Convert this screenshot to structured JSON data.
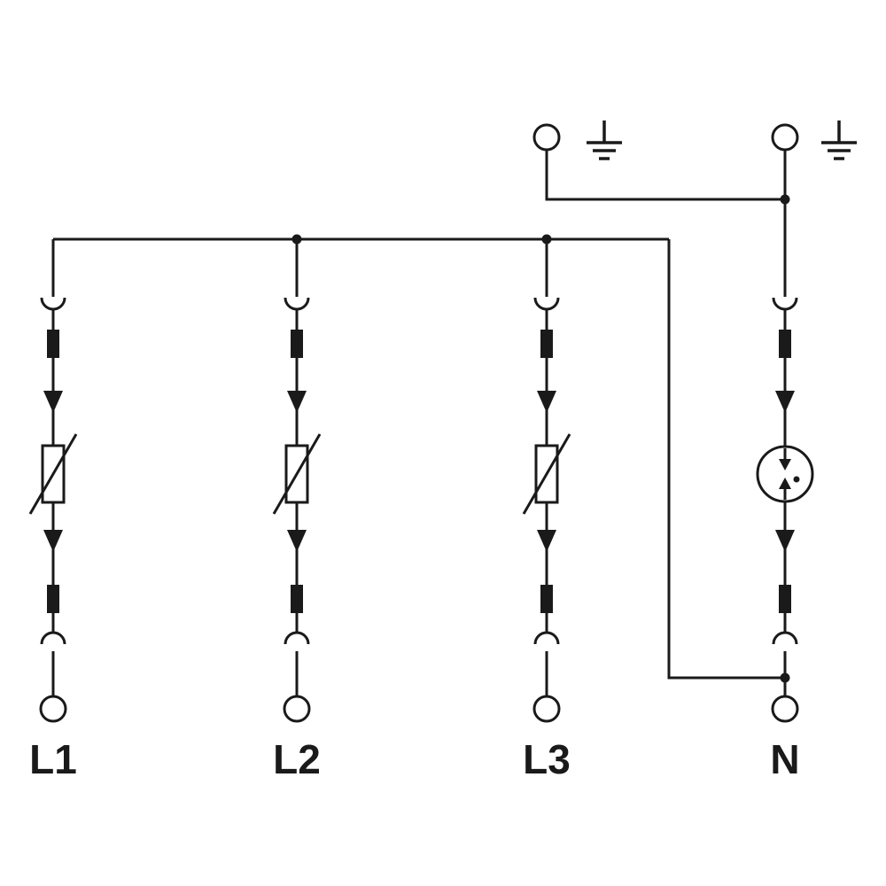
{
  "diagram": {
    "type": "surge-protective-device-wiring-diagram",
    "description": "3+1 circuit: varistor paths on phases L1, L2, L3 to common node, spark gap path on N to earth",
    "colors": {
      "line": "#1a1a1a",
      "background": "#ffffff"
    },
    "terminals": {
      "phase_labels": [
        "L1",
        "L2",
        "L3"
      ],
      "neutral_label": "N",
      "earth_terminal_count": 2
    },
    "icons": {
      "earth": "earth-ground-symbol",
      "terminal": "open-circle-terminal",
      "plug_contact": "plug-in-disconnect-contact",
      "contact_bar": "solid-contact-bar",
      "disconnect_arrow": "thermal-disconnect-arrow",
      "varistor": "metal-oxide-varistor",
      "spark_gap": "triggered-spark-gap"
    },
    "paths": {
      "phase_path_elements": [
        "plug-in-contact",
        "contact-bar",
        "disconnect-arrow",
        "varistor",
        "disconnect-arrow",
        "contact-bar",
        "plug-in-contact",
        "terminal"
      ],
      "neutral_path_elements": [
        "plug-in-contact",
        "contact-bar",
        "disconnect-arrow",
        "spark-gap",
        "disconnect-arrow",
        "contact-bar",
        "plug-in-contact",
        "terminal"
      ]
    }
  }
}
